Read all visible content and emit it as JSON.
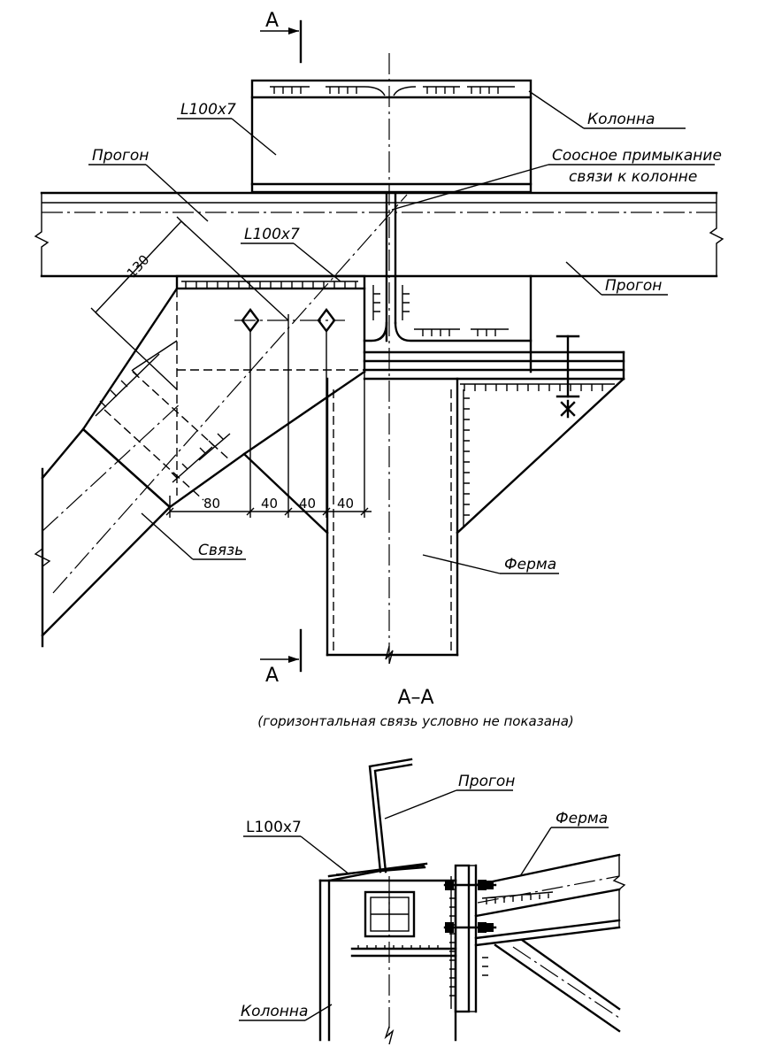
{
  "plan": {
    "section_mark_top": "A",
    "section_mark_bottom": "A",
    "labels": {
      "angle_top": "L100x7",
      "angle_mid": "L100x7",
      "column": "Колонна",
      "purlin_left": "Прогон",
      "purlin_right": "Прогон",
      "coaxial_line1": "Соосное примыкание",
      "coaxial_line2": "связи к колонне",
      "brace": "Связь",
      "truss": "Ферма"
    },
    "dimensions": {
      "d130": "130",
      "d80": "80",
      "d40a": "40",
      "d40b": "40",
      "d40c": "40"
    }
  },
  "section": {
    "title": "А–А",
    "note": "(горизонтальная связь условно не показана)",
    "labels": {
      "purlin": "Прогон",
      "truss": "Ферма",
      "angle": "L100x7",
      "column": "Колонна"
    }
  }
}
